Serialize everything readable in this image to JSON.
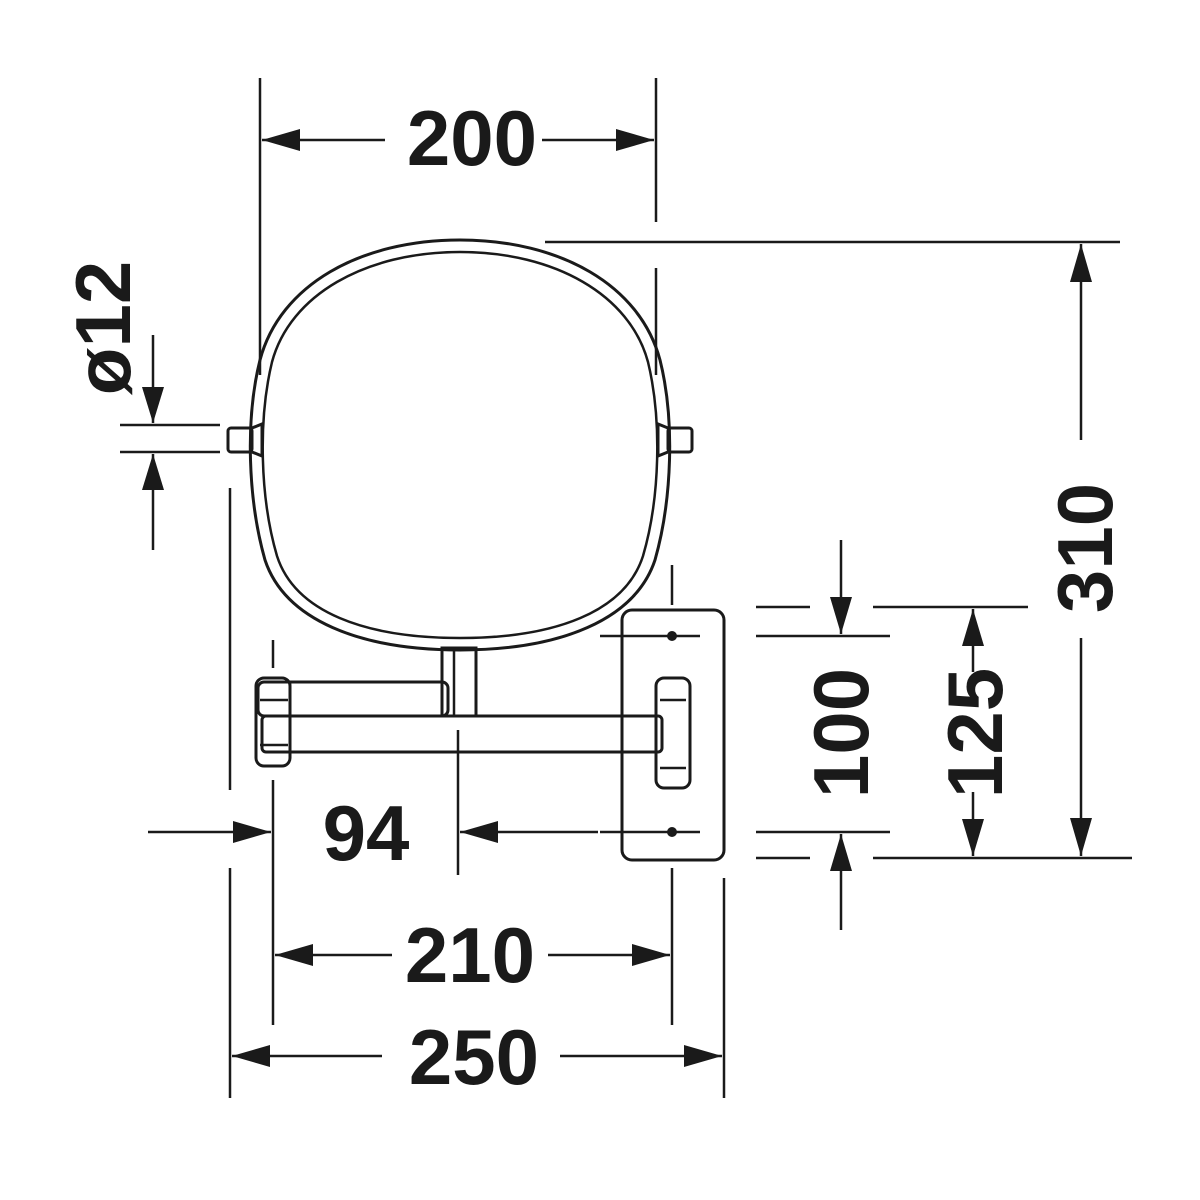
{
  "dimensions": {
    "mirror_width": "200",
    "knob_diameter": "ø12",
    "overall_height": "310",
    "bracket_height": "125",
    "hole_spacing": "100",
    "arm_offset": "94",
    "arm_reach": "210",
    "overall_width": "250"
  }
}
